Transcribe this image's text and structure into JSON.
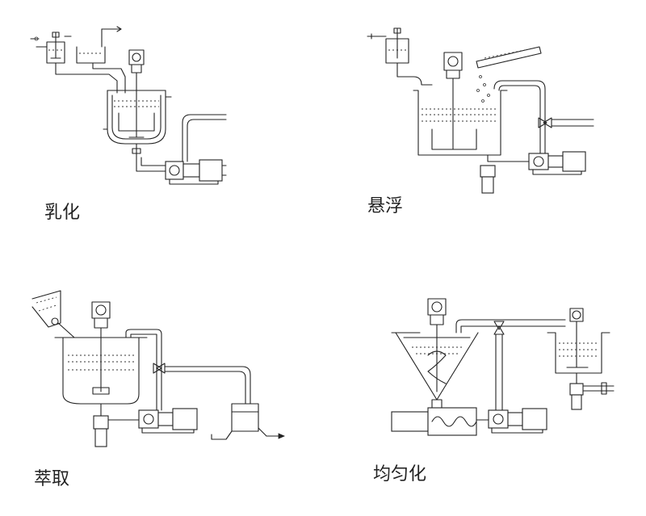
{
  "labels": {
    "emulsification": "乳化",
    "suspension": "悬浮",
    "extraction": "萃取",
    "homogenization": "均匀化"
  }
}
